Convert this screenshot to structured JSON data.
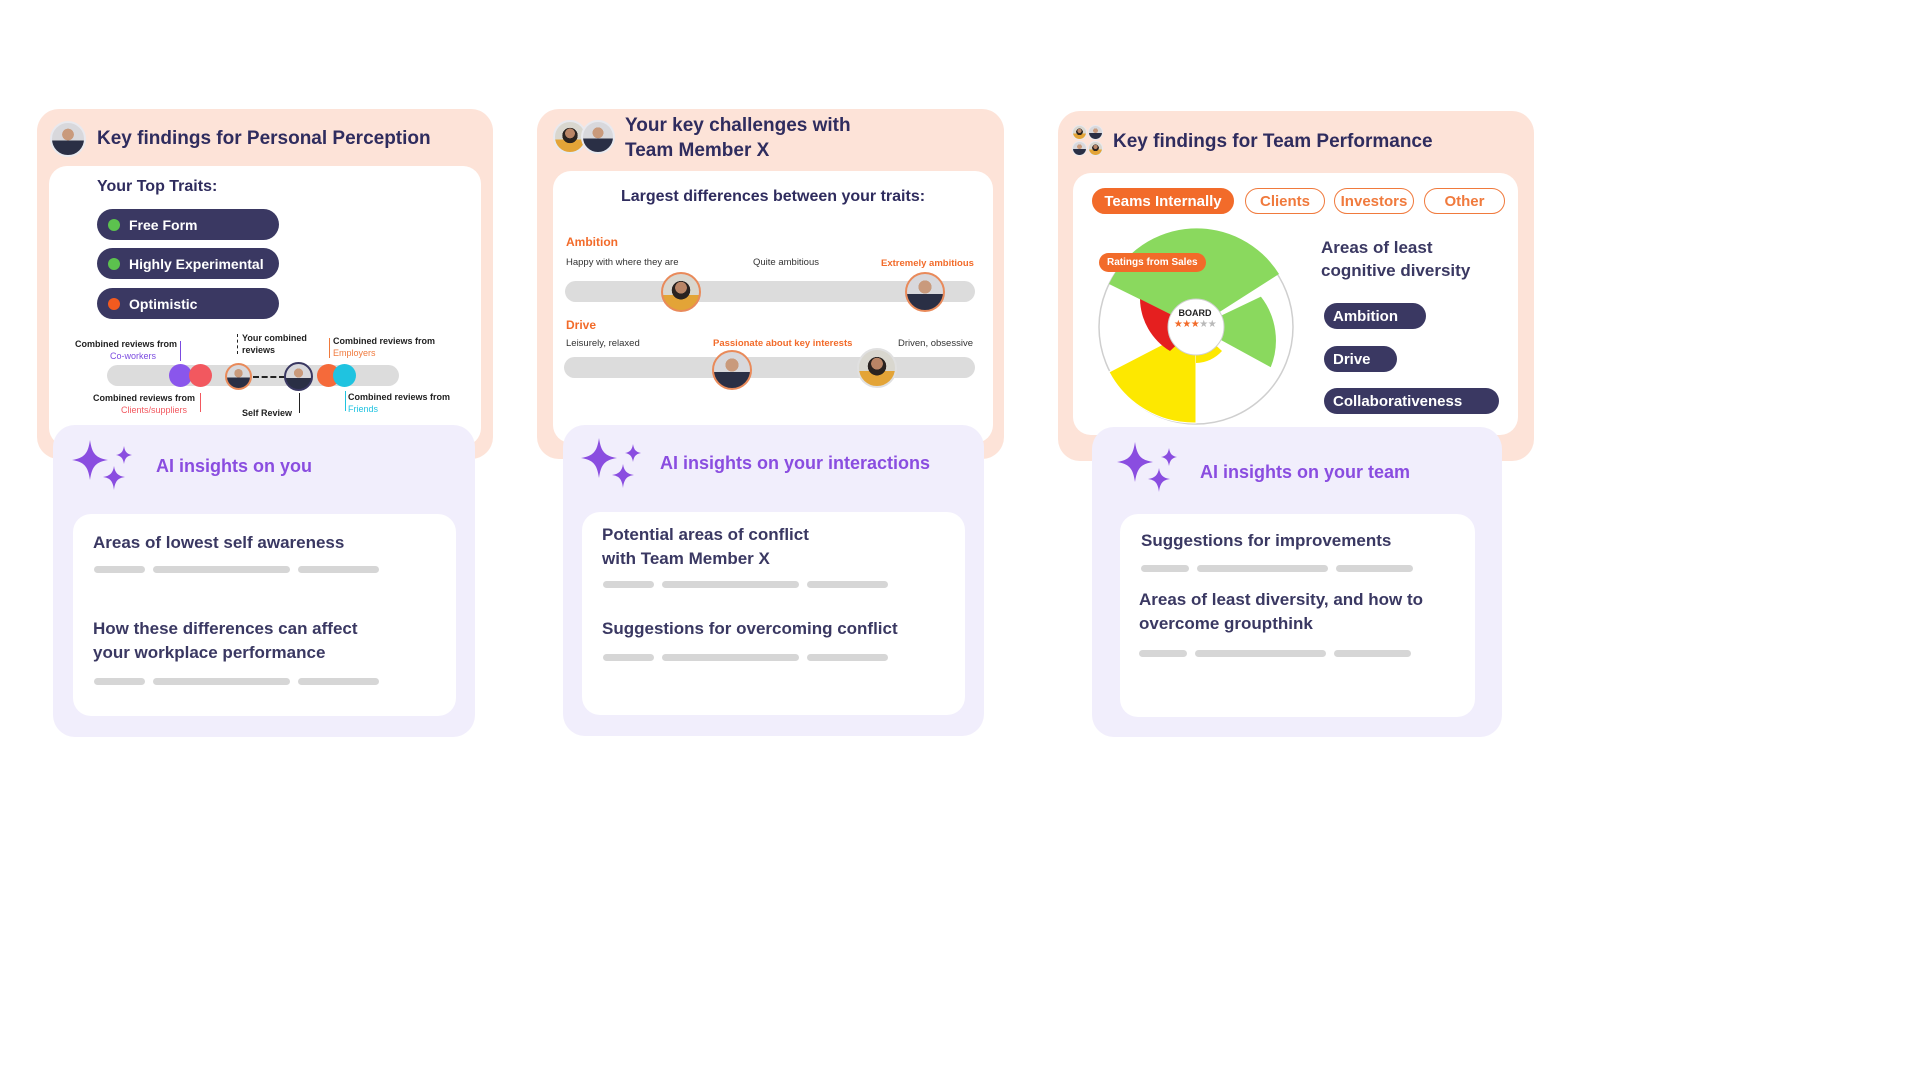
{
  "panel1": {
    "title": "Key findings for Personal Perception",
    "traits_heading": "Your Top Traits:",
    "traits": [
      {
        "label": "Free Form",
        "color": "#5cc24e"
      },
      {
        "label": "Highly Experimental",
        "color": "#5cc24e"
      },
      {
        "label": "Optimistic",
        "color": "#f25a1f"
      }
    ],
    "reviews": {
      "coworkers_prefix": "Combined reviews from",
      "coworkers": "Co-workers",
      "your_combined": "Your combined reviews",
      "employers_prefix": "Combined reviews from",
      "employers": "Employers",
      "clients_prefix": "Combined reviews from",
      "clients": "Clients/suppliers",
      "self_review": "Self Review",
      "friends_prefix": "Combined reviews from",
      "friends": "Friends"
    },
    "ai_title": "AI insights on you",
    "insights": [
      "Areas of lowest self awareness",
      "How these differences can affect your workplace performance"
    ]
  },
  "panel2": {
    "title_line1": "Your key challenges with",
    "title_line2": "Team Member X",
    "subtitle": "Largest differences between your traits:",
    "ambition": {
      "label": "Ambition",
      "left": "Happy with where they are",
      "middle": "Quite ambitious",
      "right": "Extremely ambitious"
    },
    "drive": {
      "label": "Drive",
      "left": "Leisurely, relaxed",
      "middle": "Passionate about key interests",
      "right": "Driven, obsessive"
    },
    "ai_title": "AI insights on your interactions",
    "insights": [
      "Potential areas of conflict with Team Member X",
      "Suggestions for overcoming conflict"
    ]
  },
  "panel3": {
    "title": "Key findings for Team Performance",
    "tabs": [
      "Teams Internally",
      "Clients",
      "Investors",
      "Other"
    ],
    "active_tab": "Teams Internally",
    "chart_badge": "Ratings from Sales",
    "board_label": "BOARD",
    "board_rating": 3,
    "board_rating_max": 5,
    "areas_heading": "Areas of least cognitive diversity",
    "areas": [
      "Ambition",
      "Drive",
      "Collaborativeness"
    ],
    "ai_title": "AI insights on your team",
    "insights": [
      "Suggestions for improvements",
      "Areas of least diversity, and how to overcome groupthink"
    ]
  },
  "colors": {
    "peach": "#fde3d8",
    "lavender": "#f1eefc",
    "navy": "#3a3862",
    "orange": "#f26b2a",
    "purple": "#8a4de0"
  }
}
